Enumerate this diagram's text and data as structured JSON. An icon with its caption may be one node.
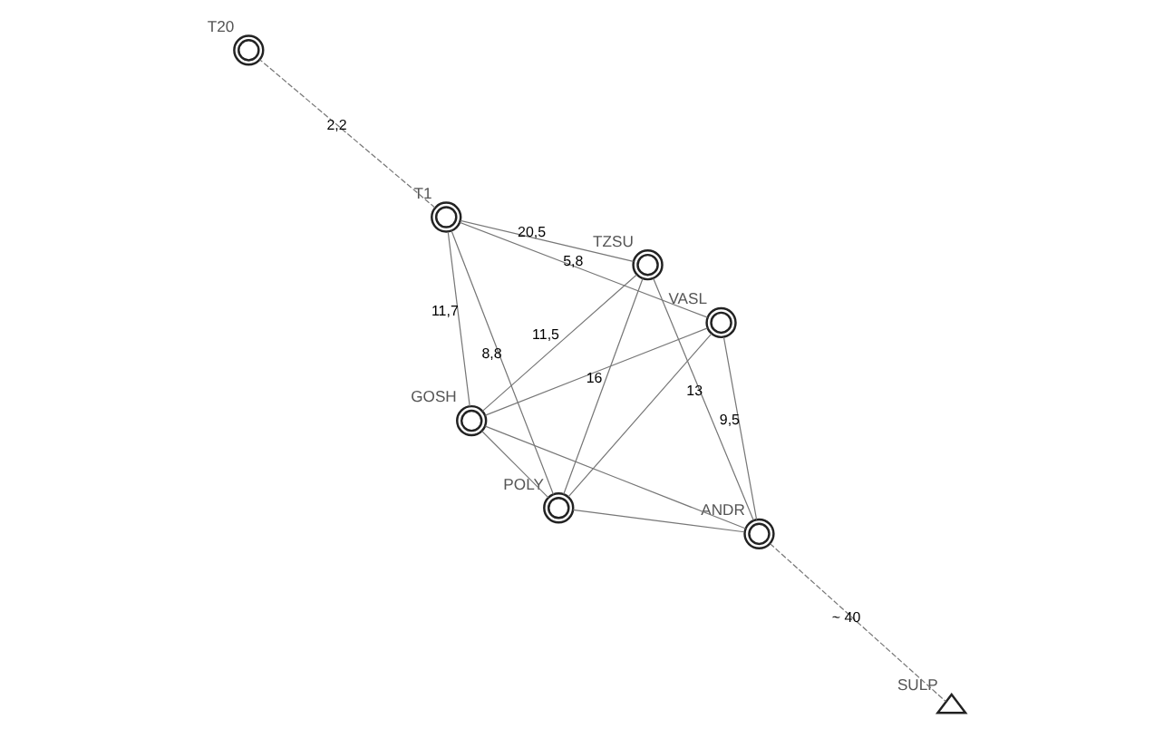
{
  "diagram": {
    "nodes": [
      {
        "text": [],
        "shape": "circle",
        "beside": [
          "ANDR"
        ]
      },
      {
        "text": [],
        "shape": "circle",
        "beside": [
          "VASL"
        ]
      },
      {
        "text": [],
        "shape": "circle",
        "beside": [
          "POLY"
        ]
      },
      {
        "text": [],
        "shape": "circle",
        "beside": [
          "T1"
        ]
      },
      {
        "text": [],
        "shape": "circle",
        "beside": [
          "TZSU"
        ]
      },
      {
        "text": [],
        "shape": "circle",
        "beside": [
          "T20"
        ]
      },
      {
        "text": [],
        "shape": "circle",
        "beside": [
          "GOSH"
        ]
      },
      {
        "text": [],
        "shape": "triangle",
        "beside": [
          "SULP"
        ]
      }
    ],
    "edges": [
      {
        "from": 1,
        "to": 0,
        "arrow": "none",
        "label": "9,5"
      },
      {
        "from": 1,
        "to": 2,
        "arrow": "none"
      },
      {
        "from": 2,
        "to": 0,
        "arrow": "none"
      },
      {
        "from": 1,
        "to": 3,
        "arrow": "none",
        "label": "5,8"
      },
      {
        "from": 1,
        "to": 6,
        "arrow": "none"
      },
      {
        "from": 2,
        "to": 3,
        "arrow": "none",
        "label": "8,8"
      },
      {
        "from": 2,
        "to": 6,
        "arrow": "none"
      },
      {
        "from": 2,
        "to": 4,
        "arrow": "none",
        "label": "16"
      },
      {
        "from": 0,
        "to": 6,
        "arrow": "none"
      },
      {
        "from": 0,
        "to": 4,
        "arrow": "none",
        "label": "13"
      },
      {
        "from": 0,
        "to": 7,
        "arrow": "none",
        "style": "dashed",
        "label": "~ 40"
      },
      {
        "from": 3,
        "to": 4,
        "arrow": "none",
        "label": "20,5"
      },
      {
        "from": 3,
        "to": 6,
        "arrow": "none",
        "label": "11,7"
      },
      {
        "from": 3,
        "to": 5,
        "arrow": "none",
        "style": "dashed",
        "label": "2,2"
      },
      {
        "from": 6,
        "to": 4,
        "arrow": "none",
        "label": "11,5"
      }
    ]
  }
}
